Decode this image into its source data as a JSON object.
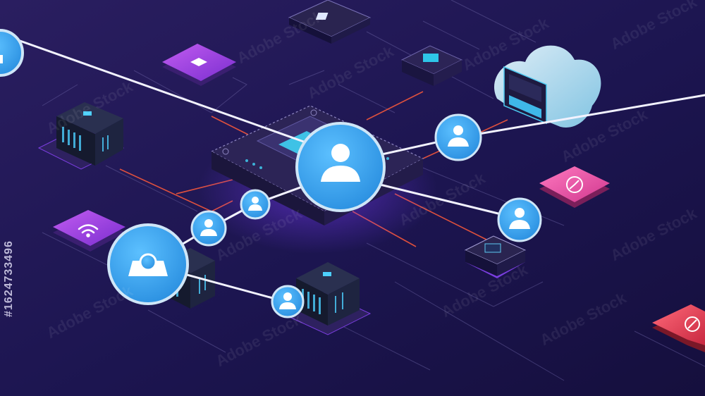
{
  "image": {
    "description_subject": "isometric network",
    "watermark_text": "Adobe Stock",
    "stock_id": "#1624733496",
    "colors": {
      "background_top": "#231a55",
      "background_bottom": "#140f3a",
      "node_blue": "#3aa6ee",
      "node_ring": "#cfe6f7",
      "pad_purple": "#9a3ee0",
      "pad_pink": "#f04fa6",
      "pad_red": "#f0445e",
      "trace_orange": "#ff6a3c",
      "cloud": "#bfe6f6"
    },
    "icons": [
      "user-icon",
      "wifi-icon",
      "cloud-icon",
      "server-icon",
      "chip-icon",
      "clock-icon",
      "compass-icon"
    ]
  }
}
